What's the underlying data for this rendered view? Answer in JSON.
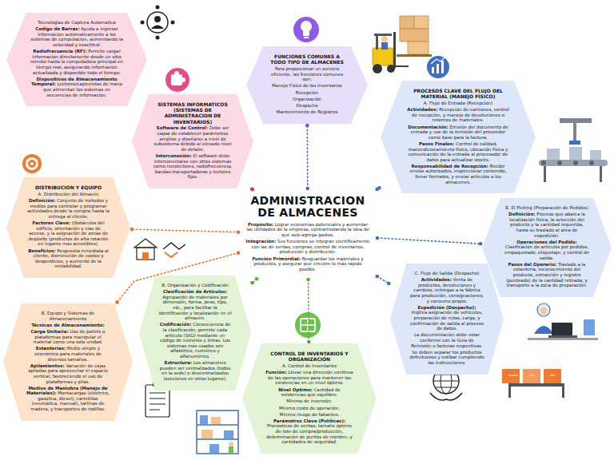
{
  "diagram": {
    "nodes": [
      {
        "text": [
          "ADMINISTRACION DE ALMACENES",
          "Propósito: Lograr economías potenciales y aumentar las utilidades de la empresa, contrarrestando la idea de que solo agrega gastos.",
          "Integración: Sus funciones se integran científicamente con las de ventas, compras, control de inventarios, producción y distribución.",
          "Función Primordial: Resguardar los materiales y productos, y asegurar que circulen lo más rápido posible."
        ]
      },
      {
        "text": [
          "Tecnologias de Captura Automatica",
          "Codigo de Barras: Ayuda a ingresar informacion automaticamente a los sistemas de computacion, aumentando la velocidad y exactitud.",
          "Radiofrecuencia (RF): Permite cargar informacion directamente desde un sitio remoto hasta la computadora principal en tiempo real, asegurando informacion actualizada y disponible todo el tiempo.",
          "Dispositivos de Almacenamiento Temporal: Lectores/capturistas de mano que alimentan los sistemas en secuencias de informacion."
        ]
      },
      {
        "text": [
          "SISTEMAS INFORMATICOS (SISTEMAS DE ADMINISTRACION DE INVENTARIOS)",
          "Software de Control: Debe ser capaz de establecer parámetros amplios y diseñarse a nivel de subsistema debido al elevado nivel de detalle.",
          "Interconexión: El software debe interconectarse con otros sistemas como recolectores, radiofrecuencia, bandas transportadoras y lectores fijos."
        ]
      },
      {
        "text": [
          "FUNCIONES COMUNES A TODO TIPO DE ALMACENES",
          "Para proporcionar un servicio eficiente, las funciones comunes son:",
          "Manejo Físico de los Inventarios",
          "Recepción",
          "Organización",
          "Despacho",
          "Mantenimiento de Registros"
        ]
      },
      {
        "text": [
          "PROCESOS CLAVE DEL FLUJO DEL MATERIAL (MANEJO FÍSICO)",
          "A. Flujo de Entrada (Recepción)",
          "Actividades: Recepción de camiones, control de recepción, y manejo de devoluciones o retornos de materiales.",
          "Documentación: Emisión del documento de entrada y uso de la remisión del proveedor como base para la factura.",
          "Pasos Finales: Control de calidad, reacondicionamiento físico, ubicación física y comunicación de la entrada al procesador de datos para actualizar stocks.",
          "Responsabilidad de Recepción: Recibir envíos autorizados, inspeccionar contenido, llenar formatos, y enviar artículos a los almacenes."
        ]
      },
      {
        "text": [
          "B. El Picking (Preparación de Pedidos)",
          "Definición: Proceso que abarca la localización física, la selección del producto y la cantidad requerida, hasta su traslado al área de expedición.",
          "Operaciones del Pedido: Clasificación de artículos por pedidos, empaquetado, etiquetaje, y control de salida.",
          "Pasos del Operario: Traslado a la estantería, reconocimiento del producto, extracción y registro (punteado) de la cantidad retirada, y transporte a la zona de preparación."
        ]
      },
      {
        "text": [
          "C. Flujo de Salida (Despacho)",
          "Actividades: Venta de productos, devoluciones y cambios, entregas a la fábrica para producción, consignaciones, y consumo propio.",
          "Expedición (Despacho): Implica asignación de vehículos, preparación de rutas, carga, y confirmación de salida al proceso de datos.",
          "La documentación debe estar conforme con la Guía de Remisión o facturas respectivas.",
          "Se deben separar los productos defectuosos y estibar cumpliendo las instrucciones."
        ]
      },
      {
        "text": [
          "CONTROL DE INVENTARIOS Y ORGANIZACIÓN",
          "A. Control de Inventarios",
          "Función: Llevar una dirección continua de las operaciones para mantener las existencias en un nivel óptimo.",
          "Nivel Óptimo: Cantidad de existencias que equilibre:",
          "Mínimo de inversión.",
          "Mínimo costo de operación.",
          "Mínimo riesgo de faltantes.",
          "Parámetros Clave (Políticas): Pronósticos de ventas, tamaño óptimo de lote de compra/producción, determinación de puntos de reorden, y cantidades de seguridad."
        ]
      },
      {
        "text": [
          "B. Organización y Codificación",
          "Clasificación de Artículos: Agrupación de materiales por dimensión, forma, peso, tipo, etc., para facilitar la identificación y localización en el almacén.",
          "Codificación: Consecuencia de la clasificación; permite cada artículo (SKU) mediante un código de números y letras. Los sistemas más usados son alfabético, numérico y alfanumérico.",
          "Estructura: Los almacenes pueden ser centralizados (todos en la sede) o descentralizados (secciones en otros lugares)."
        ]
      },
      {
        "text": [
          "B. Equipo y Sistemas de Almacenamiento",
          "Técnicas de Almacenamiento:",
          "Carga Unitaria: Uso de pallets o plataformas para manipular el material como una sola unidad.",
          "Estanterías: Medio simple y económico para materiales de diversos tamaños.",
          "Apilamientos: Variación de cajas apiladas para aprovechar el espacio vertical, favoreciendo el uso de plataformas y pilas.",
          "Medios de Maniobra (Manejo de Materiales): Montacargas (eléctrico, gasolina, diesel), carretillas (neumática, manual), tarimas de madera, y transportes de rodillos."
        ]
      },
      {
        "text": [
          "DISTRIBUCION Y EQUIPO",
          "A. Distribución del Almacén",
          "Definición: Conjunto de métodos y medios para controlar y programar actividades desde la compra hasta la entrega al cliente.",
          "Factores Clave: Obstáculos del edificio, orientación y vías de acceso, y la asignación de zonas de depósito (productos de alta rotación en lugares más accesibles).",
          "Beneficios: Respuesta inmediata al cliente, disminución de costos y desperdicios, y aumento de la rentabilidad."
        ]
      }
    ],
    "edges": [
      {
        "from": 0,
        "to": 2,
        "arrow": "none"
      },
      {
        "from": 0,
        "to": 3,
        "arrow": "none"
      },
      {
        "from": 0,
        "to": 4,
        "arrow": "none"
      },
      {
        "from": 0,
        "to": 5,
        "arrow": "none"
      },
      {
        "from": 0,
        "to": 6,
        "arrow": "none"
      },
      {
        "from": 0,
        "to": 7,
        "arrow": "none"
      },
      {
        "from": 0,
        "to": 8,
        "arrow": "none"
      },
      {
        "from": 0,
        "to": 10,
        "arrow": "none"
      },
      {
        "from": 0,
        "to": 9,
        "arrow": "none"
      }
    ]
  }
}
